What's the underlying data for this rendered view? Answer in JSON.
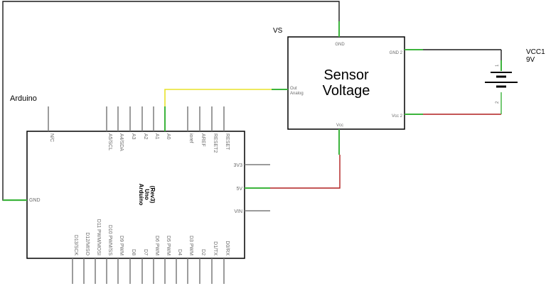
{
  "arduino": {
    "name": "Arduino",
    "board_label": [
      "Arduino",
      "Uno",
      "(Rev3)"
    ],
    "top_pins": [
      "N/C",
      "A5/SCL",
      "A4/SDA",
      "A3",
      "A2",
      "A1",
      "A0",
      "ioref",
      "AREF",
      "RESET2",
      "RESET"
    ],
    "right_pins": [
      "3V3",
      "5V",
      "VIN"
    ],
    "left_pins": [
      "GND"
    ],
    "bottom_pins": [
      "D13/SCK",
      "D12/MISO",
      "D11 PWM/MOSI",
      "D10 PWM/SS",
      "D9 PWM",
      "D8",
      "D7",
      "D6 PWM",
      "D5 PWM",
      "D4",
      "D3 PWM",
      "D2",
      "D1/TX",
      "D0/RX"
    ]
  },
  "sensor": {
    "ref": "VS",
    "title_line1": "Sensor",
    "title_line2": "Voltage",
    "pin_gnd": "GND",
    "pin_gnd2": "GND 2",
    "pin_out_line1": "Out",
    "pin_out_line2": "Analog",
    "pin_vcc": "Vcc",
    "pin_vcc2": "Vcc 2"
  },
  "battery": {
    "ref": "VCC1",
    "value": "9V",
    "pin1": "1",
    "pin2": "2"
  },
  "colors": {
    "wire_black": "#1a1a1a",
    "wire_red": "#b11e1e",
    "wire_yellow": "#e8e22a",
    "pin_green": "#3cb43c",
    "pin_gray": "#7a7a7a"
  }
}
